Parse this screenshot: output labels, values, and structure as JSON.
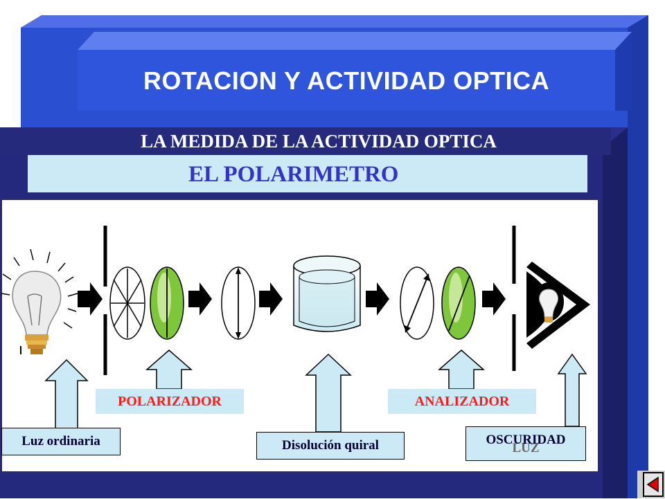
{
  "slide": {
    "title": "ROTACION Y ACTIVIDAD OPTICA",
    "subtitle": "LA MEDIDA DE LA ACTIVIDAD OPTICA",
    "banner": "EL POLARIMETRO"
  },
  "labels": {
    "polarizador": "POLARIZADOR",
    "analizador": "ANALIZADOR",
    "luz_ordinaria": "Luz ordinaria",
    "disolucion": "Disolución quiral",
    "oscuridad": "OSCURIDAD",
    "luz": "LUZ"
  },
  "colors": {
    "background_blue": "#2b4fd1",
    "dark_blue": "#1a2a8c",
    "banner_bg": "#cce9f6",
    "banner_text": "#3333cc",
    "label_red": "#ff1a1a",
    "filter_green": "#7ec63a"
  },
  "icons": {
    "bulb": "light-bulb-icon",
    "arrow": "arrow-right-icon",
    "back": "back-triangle-icon"
  }
}
